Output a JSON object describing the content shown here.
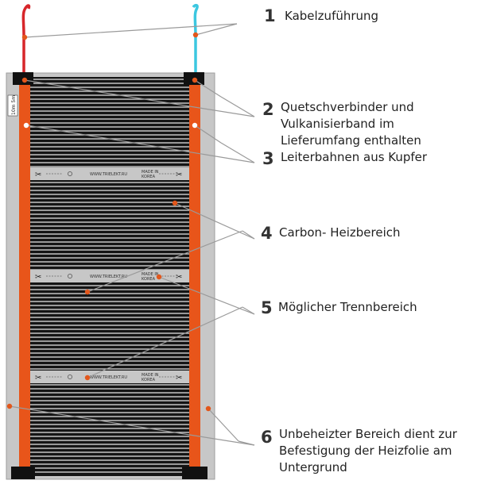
{
  "colors": {
    "busbar": "#e8551a",
    "wire_red": "#d7262a",
    "wire_cyan": "#3cc7e0",
    "film_border": "#c7c7c7",
    "carbon": "#151515",
    "leader": "#9a9a9a",
    "marker": "#e2571c"
  },
  "captions": [
    {
      "number": "1",
      "lines": [
        "Kabelzuführung"
      ]
    },
    {
      "number": "2",
      "lines": [
        "Quetschverbinder und",
        "Vulkanisierband im",
        "Lieferumfang enthalten"
      ]
    },
    {
      "number": "3",
      "lines": [
        "Leiterbahnen aus Kupfer"
      ]
    },
    {
      "number": "4",
      "lines": [
        "Carbon- Heizbereich"
      ]
    },
    {
      "number": "5",
      "lines": [
        "Möglicher Trennbereich"
      ]
    },
    {
      "number": "6",
      "lines": [
        "Unbeheizter Bereich  dient zur",
        "Befestigung der Heizfolie am",
        "Untergrund"
      ]
    }
  ],
  "strip": {
    "url": "WWW.TRIELEKT.RU",
    "made_in": [
      "MADE IN",
      "KOREA"
    ]
  },
  "side_label": "10m 5m"
}
